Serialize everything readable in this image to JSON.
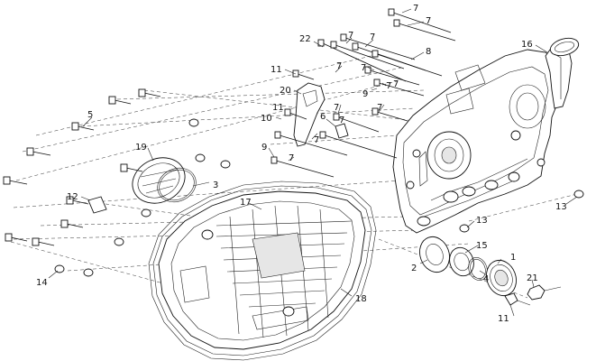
{
  "callouts": [
    {
      "id": "c7a",
      "text": "7"
    },
    {
      "id": "c7b",
      "text": "7"
    },
    {
      "id": "c22",
      "text": "22"
    },
    {
      "id": "c7c",
      "text": "7"
    },
    {
      "id": "c7d",
      "text": "7"
    },
    {
      "id": "c16",
      "text": "16"
    },
    {
      "id": "c8",
      "text": "8"
    },
    {
      "id": "c11a",
      "text": "11"
    },
    {
      "id": "c7e",
      "text": "7"
    },
    {
      "id": "c7f",
      "text": "7"
    },
    {
      "id": "c7g",
      "text": "7"
    },
    {
      "id": "c20",
      "text": "20"
    },
    {
      "id": "c9a",
      "text": "9"
    },
    {
      "id": "c7h",
      "text": "7"
    },
    {
      "id": "c11b",
      "text": "11"
    },
    {
      "id": "c7i",
      "text": "7"
    },
    {
      "id": "c7j",
      "text": "7"
    },
    {
      "id": "c5",
      "text": "5"
    },
    {
      "id": "c10",
      "text": "10"
    },
    {
      "id": "c6",
      "text": "6"
    },
    {
      "id": "c7k",
      "text": "7"
    },
    {
      "id": "c7l",
      "text": "7"
    },
    {
      "id": "c9b",
      "text": "9"
    },
    {
      "id": "c7m",
      "text": "7"
    },
    {
      "id": "c19",
      "text": "19"
    },
    {
      "id": "c3",
      "text": "3"
    },
    {
      "id": "c17",
      "text": "17"
    },
    {
      "id": "c12",
      "text": "12"
    },
    {
      "id": "c13a",
      "text": "13"
    },
    {
      "id": "c13b",
      "text": "13"
    },
    {
      "id": "c15",
      "text": "15"
    },
    {
      "id": "c1",
      "text": "1"
    },
    {
      "id": "c4",
      "text": "4"
    },
    {
      "id": "c2",
      "text": "2"
    },
    {
      "id": "c21",
      "text": "21"
    },
    {
      "id": "c14",
      "text": "14"
    },
    {
      "id": "c18",
      "text": "18"
    },
    {
      "id": "c11c",
      "text": "11"
    }
  ]
}
